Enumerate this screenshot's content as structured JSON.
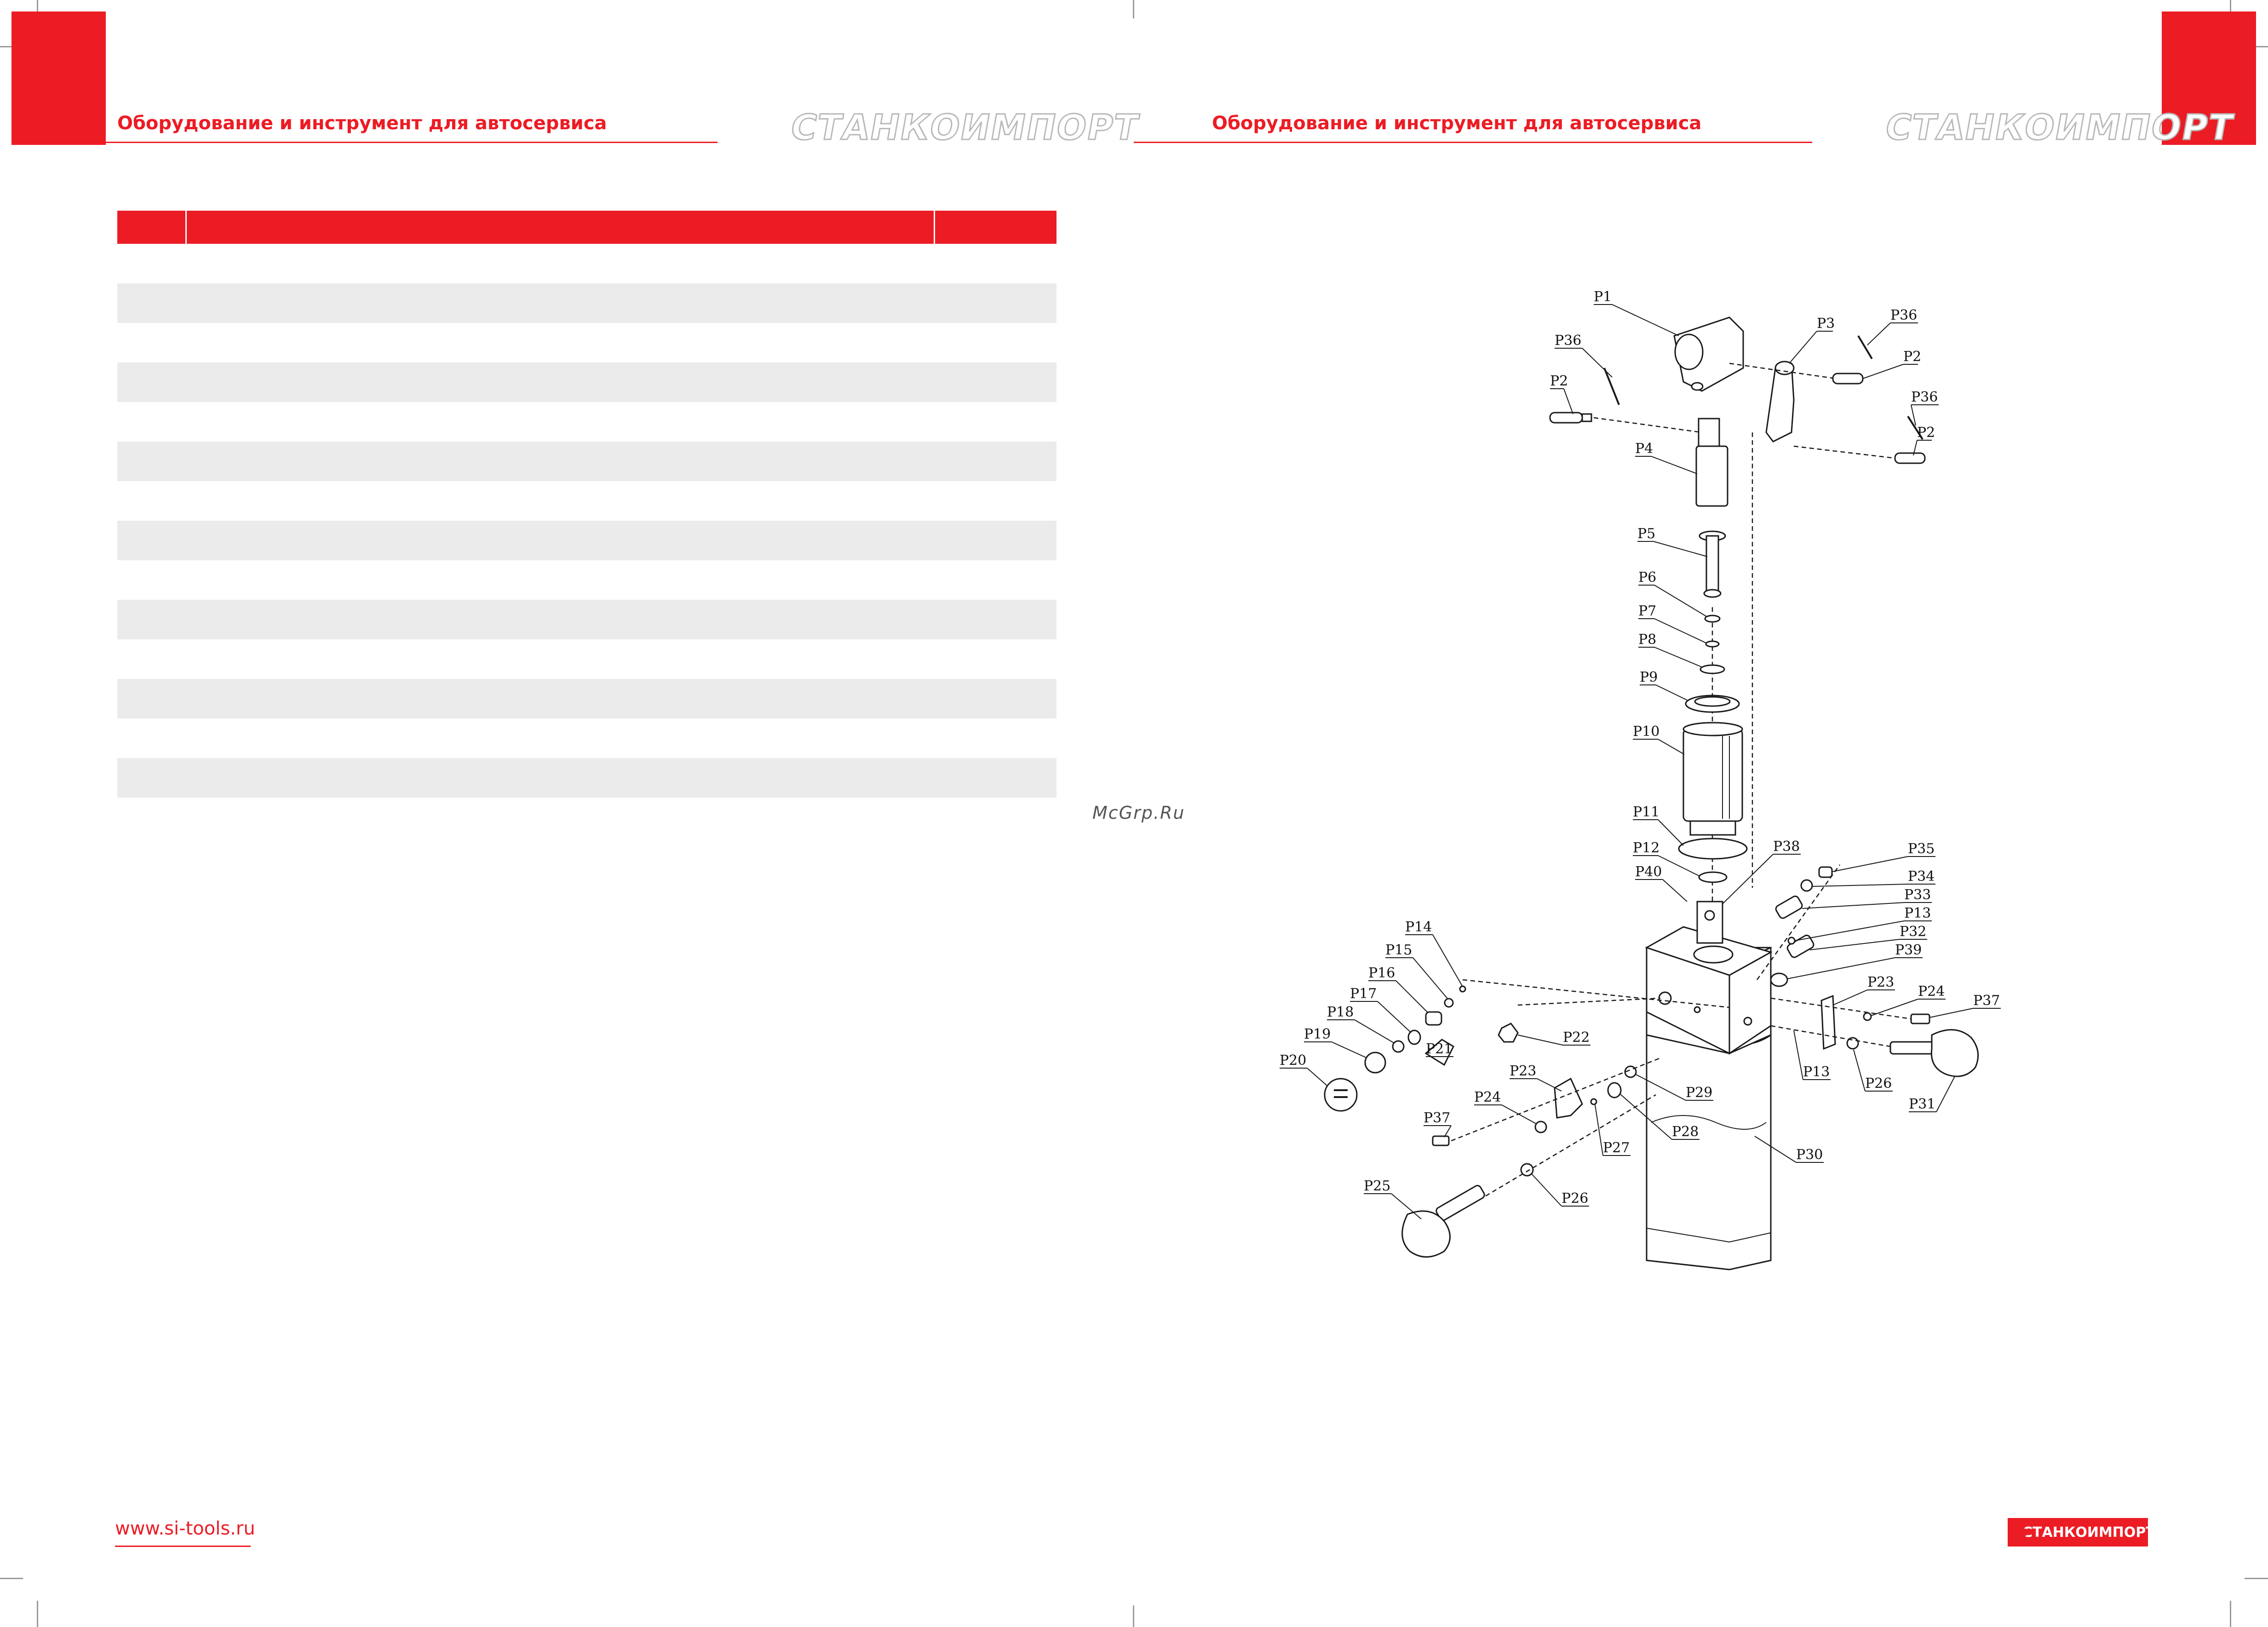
{
  "left_page": {
    "header_title": "Оборудование и инструмент для автосервиса",
    "logo_text": "СТАНКОИМПОРТ",
    "table": {
      "headers": [
        "",
        "",
        ""
      ],
      "rows": [
        [
          "",
          "",
          ""
        ],
        [
          "",
          "",
          ""
        ],
        [
          "",
          "",
          ""
        ],
        [
          "",
          "",
          ""
        ],
        [
          "",
          "",
          ""
        ],
        [
          "",
          "",
          ""
        ],
        [
          "",
          "",
          ""
        ],
        [
          "",
          "",
          ""
        ],
        [
          "",
          "",
          ""
        ],
        [
          "",
          "",
          ""
        ],
        [
          "",
          "",
          ""
        ],
        [
          "",
          "",
          ""
        ],
        [
          "",
          "",
          ""
        ],
        [
          "",
          "",
          ""
        ]
      ]
    },
    "footer_url": "www.si-tools.ru"
  },
  "right_page": {
    "header_title": "Оборудование и инструмент для автосервиса",
    "logo_text": "СТАНКОИМПОРТ",
    "footer_logo_text": "СТАНКОИМПОРТ"
  },
  "watermark": "McGrp.Ru",
  "diagram": {
    "labels": {
      "P1": "P1",
      "P2": "P2",
      "P3": "P3",
      "P4": "P4",
      "P5": "P5",
      "P6": "P6",
      "P7": "P7",
      "P8": "P8",
      "P9": "P9",
      "P10": "P10",
      "P11": "P11",
      "P12": "P12",
      "P13": "P13",
      "P14": "P14",
      "P15": "P15",
      "P16": "P16",
      "P17": "P17",
      "P18": "P18",
      "P19": "P19",
      "P20": "P20",
      "P21": "P21",
      "P22": "P22",
      "P23": "P23",
      "P24": "P24",
      "P25": "P25",
      "P26": "P26",
      "P27": "P27",
      "P28": "P28",
      "P29": "P29",
      "P30": "P30",
      "P31": "P31",
      "P32": "P32",
      "P33": "P33",
      "P34": "P34",
      "P35": "P35",
      "P36": "P36",
      "P37": "P37",
      "P38": "P38",
      "P39": "P39",
      "P40": "P40"
    }
  },
  "colors": {
    "brand_red": "#ec1c24",
    "row_shade": "#ebebeb"
  }
}
